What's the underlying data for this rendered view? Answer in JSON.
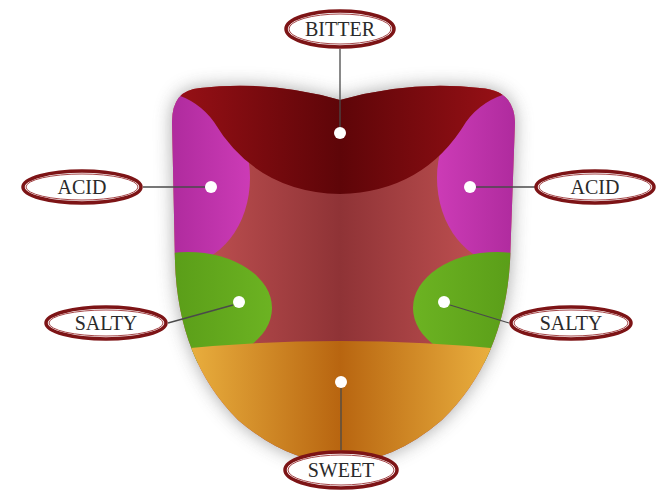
{
  "diagram": {
    "nodes": [
      {
        "text": [
          "BITTER"
        ]
      },
      {
        "text": [
          "ACID"
        ]
      },
      {
        "text": [
          "ACID"
        ]
      },
      {
        "text": [
          "SALTY"
        ]
      },
      {
        "text": [
          "SALTY"
        ]
      },
      {
        "text": [
          "SWEET"
        ]
      }
    ]
  }
}
